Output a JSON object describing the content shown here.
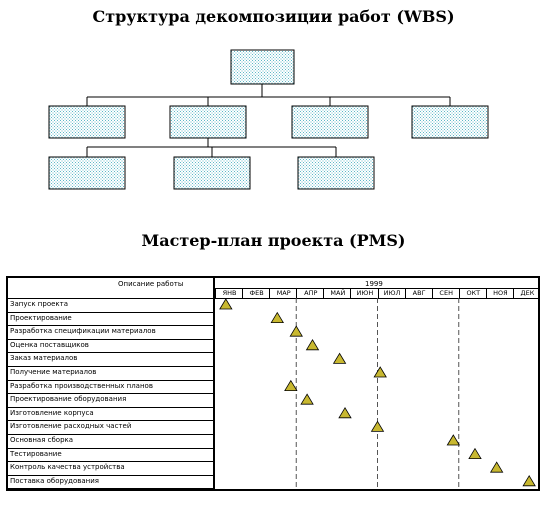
{
  "wbs": {
    "title": "Структура декомпозиции работ (WBS)"
  },
  "pms": {
    "title": "Мастер-план проекта (PMS)",
    "column_header": "Описание работы",
    "year": "1999",
    "months": [
      "ЯНВ",
      "ФЕВ",
      "МАР",
      "АПР",
      "МАЙ",
      "ИЮН",
      "ИЮЛ",
      "АВГ",
      "СЕН",
      "ОКТ",
      "НОЯ",
      "ДЕК"
    ],
    "tasks": [
      {
        "label": "Запуск проекта",
        "month": 0.4
      },
      {
        "label": "Проектирование",
        "month": 2.3
      },
      {
        "label": "Разработка спецификации материалов",
        "month": 3.0
      },
      {
        "label": "Оценка поставщиков",
        "month": 3.6
      },
      {
        "label": "Заказ материалов",
        "month": 4.6
      },
      {
        "label": "Получение материалов",
        "month": 6.1
      },
      {
        "label": "Разработка производственных планов",
        "month": 2.8
      },
      {
        "label": "Проектирование оборудования",
        "month": 3.4
      },
      {
        "label": "Изготовление корпуса",
        "month": 4.8
      },
      {
        "label": "Изготовление расходных частей",
        "month": 6.0
      },
      {
        "label": "Основная сборка",
        "month": 8.8
      },
      {
        "label": "Тестирование",
        "month": 9.6
      },
      {
        "label": "Контроль качества устройства",
        "month": 10.4
      },
      {
        "label": "Поставка оборудования",
        "month": 11.6
      }
    ],
    "milestone_color": "#c8b830"
  }
}
